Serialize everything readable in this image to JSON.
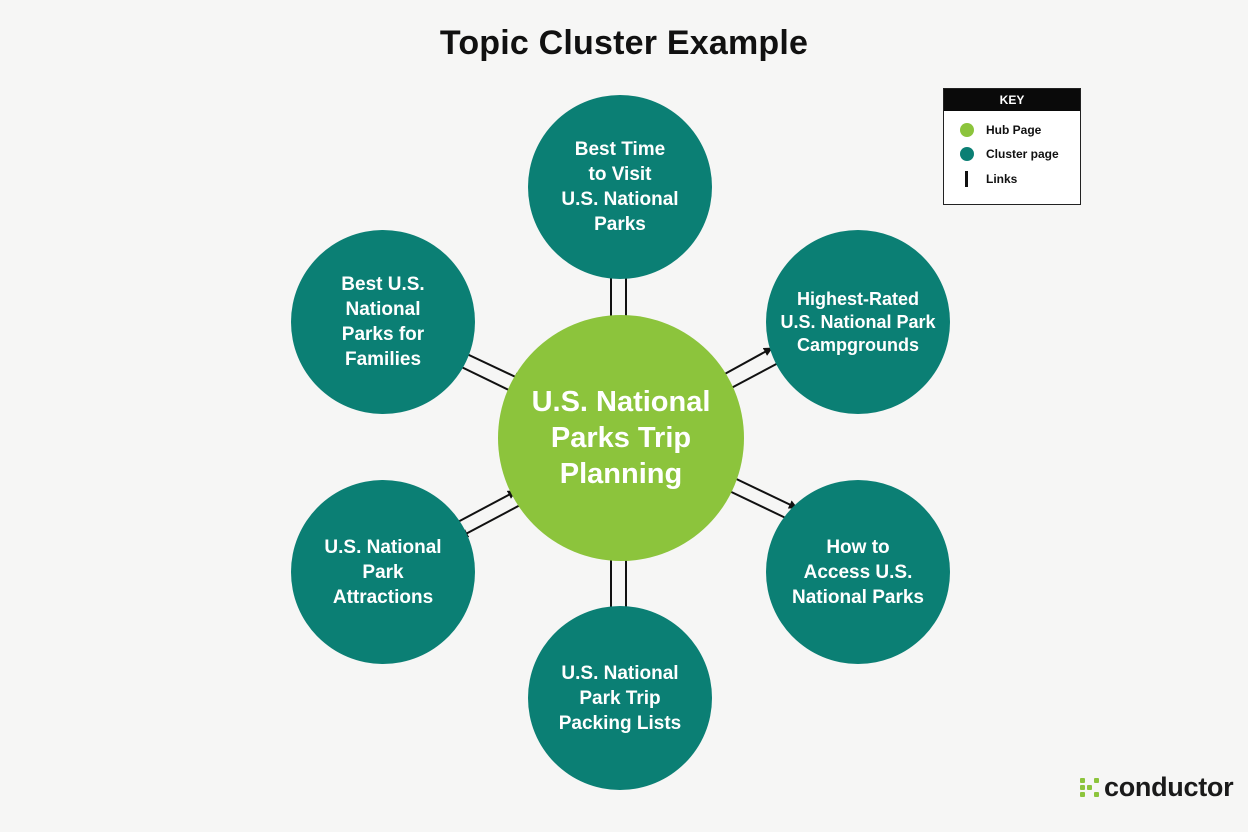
{
  "title": "Topic Cluster Example",
  "hub": {
    "label": "U.S. National\nParks Trip\nPlanning"
  },
  "clusters": {
    "top": "Best Time\nto Visit\nU.S. National\nParks",
    "upper_left": "Best U.S.\nNational\nParks for\nFamilies",
    "upper_right": "Highest-Rated\nU.S. National Park\nCampgrounds",
    "lower_left": "U.S. National\nPark\nAttractions",
    "lower_right": "How to\nAccess U.S.\nNational Parks",
    "bottom": "U.S. National\nPark Trip\nPacking Lists"
  },
  "key": {
    "heading": "KEY",
    "items": [
      {
        "label": "Hub Page",
        "symbol": "dot",
        "color": "#8cc43c"
      },
      {
        "label": "Cluster page",
        "symbol": "dot",
        "color": "#0b7f74"
      },
      {
        "label": "Links",
        "symbol": "line",
        "color": "#111111"
      }
    ]
  },
  "brand": {
    "name": "conductor"
  },
  "colors": {
    "hub": "#8cc43c",
    "cluster": "#0b7f74",
    "arrow": "#111111",
    "background": "#f6f6f5"
  }
}
